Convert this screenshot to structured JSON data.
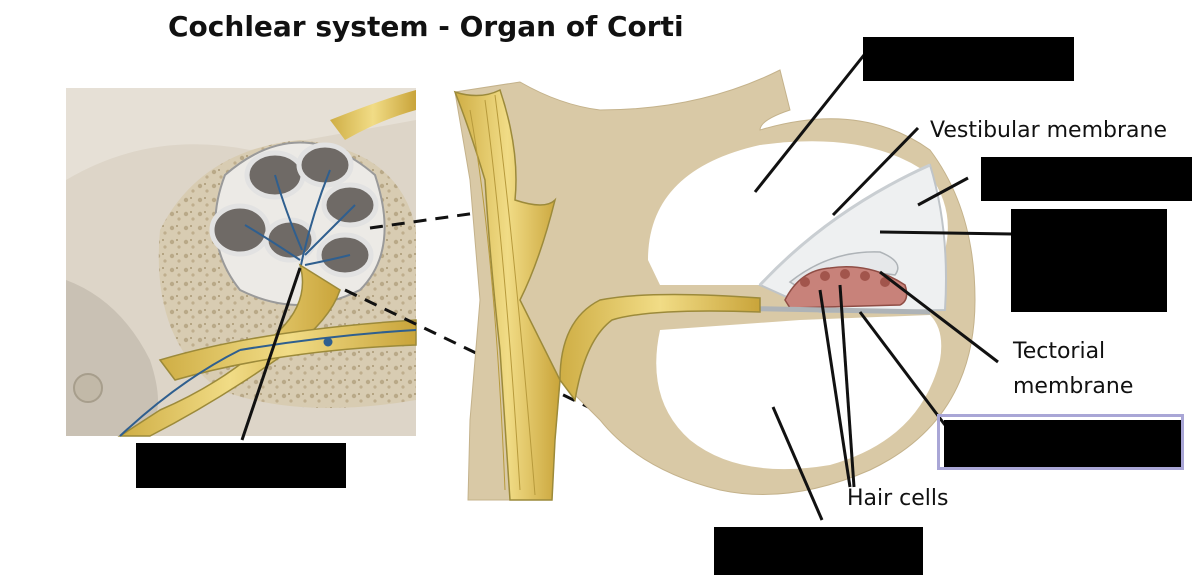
{
  "title": "Cochlear system - Organ of Corti",
  "labels": {
    "vestibular_membrane": "Vestibular membrane",
    "tectorial_membrane_line1": "Tectorial",
    "tectorial_membrane_line2": "membrane",
    "hair_cells": "Hair cells"
  },
  "colors": {
    "bone": "#d9c9a6",
    "bone_dark": "#c9b68c",
    "nerve": "#e8cf6a",
    "nerve_dark": "#c9a93f",
    "spongy_bone": "#cfc3aa",
    "organ_pink": "#c8827a",
    "membrane_gray": "#d6d9dc",
    "mask": "#000000",
    "highlight_border": "#a9a6d6"
  }
}
